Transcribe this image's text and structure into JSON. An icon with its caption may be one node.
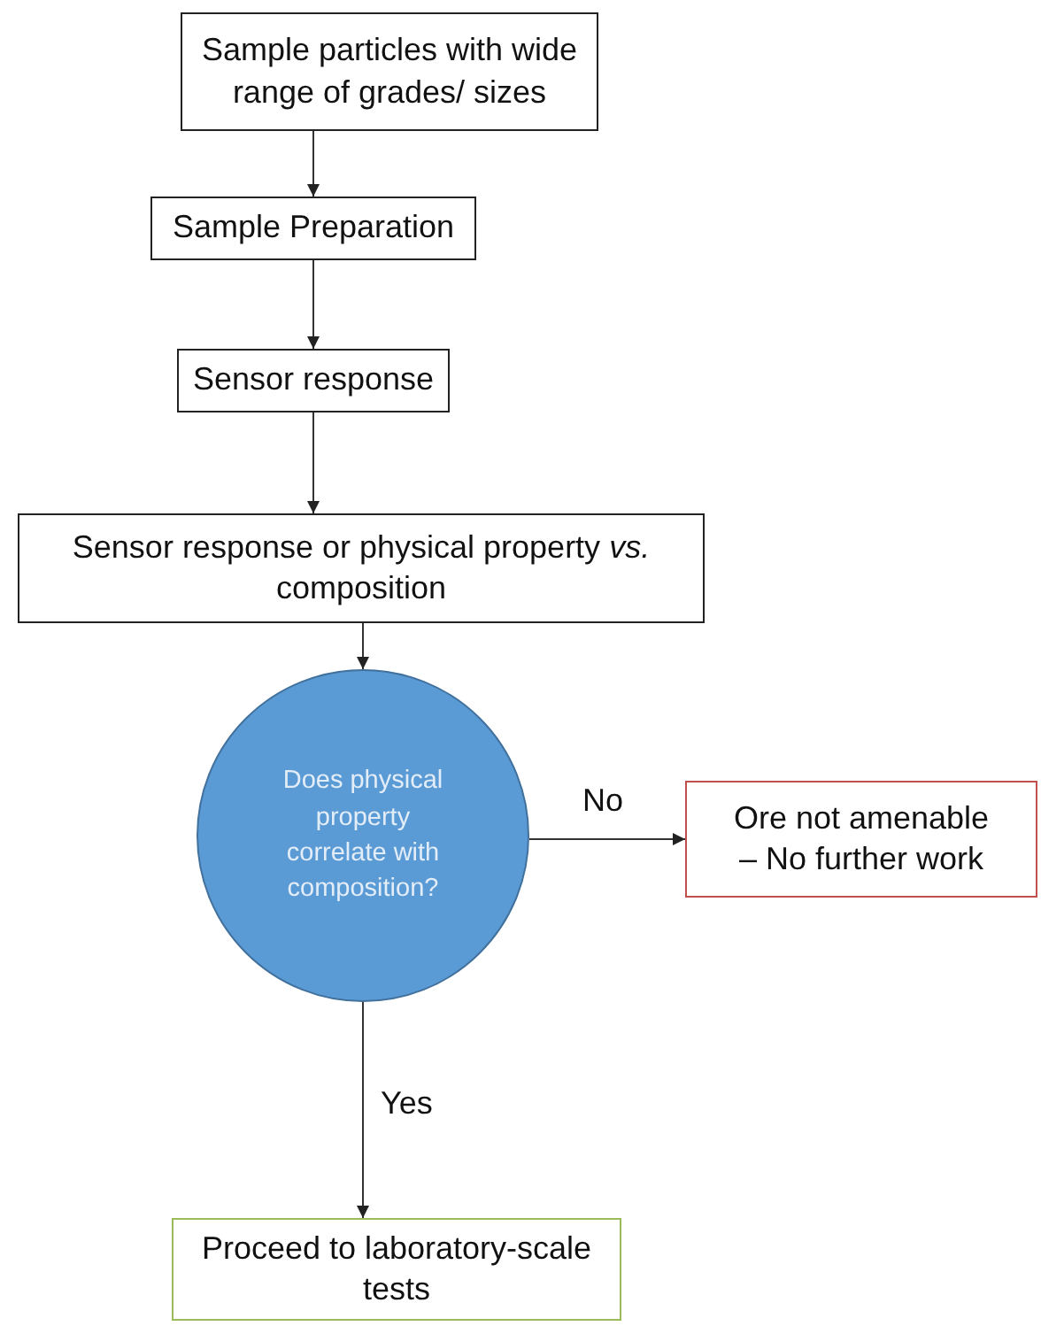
{
  "diagram": {
    "nodes": [
      {
        "text": [
          "Sample particles with wide range of grades/ sizes"
        ]
      },
      {
        "text": [
          "Sample Preparation"
        ]
      },
      {
        "text": [
          "Sensor response"
        ]
      },
      {
        "text": [
          "Sensor response or physical property *vs.* composition"
        ]
      },
      {
        "text": [
          "Does physical property correlate with composition?"
        ]
      },
      {
        "text": [
          "Ore not amenable – No further work"
        ]
      },
      {
        "text": [
          "Proceed to laboratory-scale tests"
        ]
      }
    ],
    "edges": [
      {
        "from": 0,
        "to": 1,
        "arrow": "to"
      },
      {
        "from": 1,
        "to": 2,
        "arrow": "to"
      },
      {
        "from": 2,
        "to": 3,
        "arrow": "to"
      },
      {
        "from": 3,
        "to": 4,
        "arrow": "to"
      },
      {
        "from": 4,
        "to": 5,
        "arrow": "to",
        "label": "No"
      },
      {
        "from": 4,
        "to": 6,
        "arrow": "to",
        "label": "Yes"
      }
    ]
  }
}
